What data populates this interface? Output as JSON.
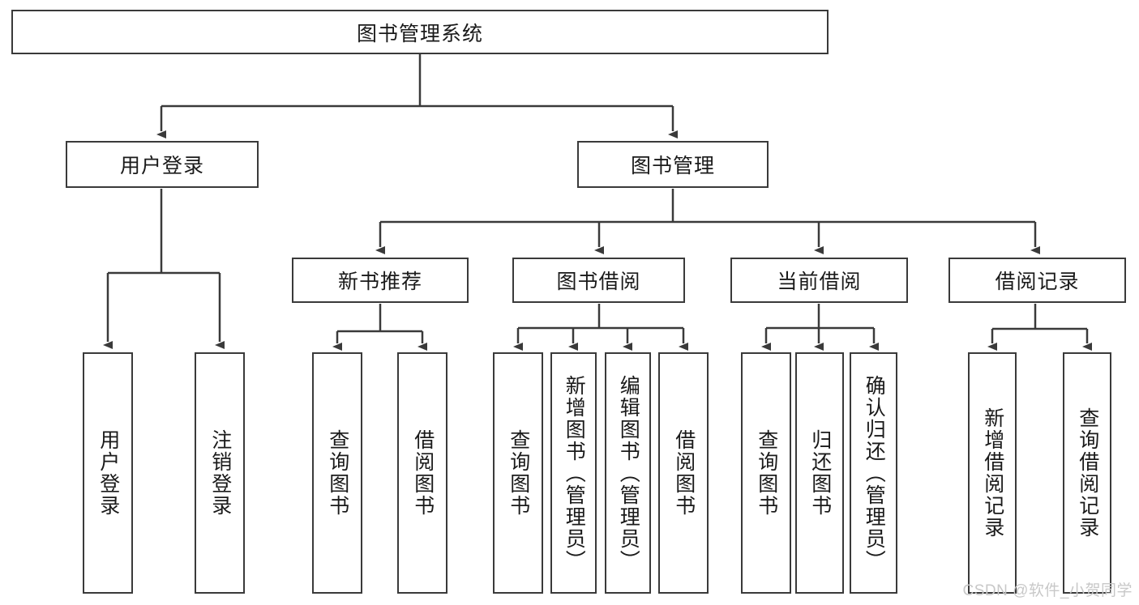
{
  "diagram": {
    "title": "图书管理系统",
    "type": "hierarchy-tree",
    "root": {
      "id": "root",
      "label": "图书管理系统"
    },
    "level2": [
      {
        "id": "user-login",
        "label": "用户登录"
      },
      {
        "id": "book-manage",
        "label": "图书管理"
      }
    ],
    "level3": [
      {
        "id": "new-book-recommend",
        "label": "新书推荐"
      },
      {
        "id": "book-borrow",
        "label": "图书借阅"
      },
      {
        "id": "current-borrow",
        "label": "当前借阅"
      },
      {
        "id": "borrow-record",
        "label": "借阅记录"
      }
    ],
    "leaves": {
      "user_login": [
        {
          "id": "leaf-user-login",
          "label": "用户登录"
        },
        {
          "id": "leaf-logout",
          "label": "注销登录"
        }
      ],
      "new_book_recommend": [
        {
          "id": "leaf-query-book-1",
          "label": "查询图书"
        },
        {
          "id": "leaf-borrow-book-1",
          "label": "借阅图书"
        }
      ],
      "book_borrow": [
        {
          "id": "leaf-query-book-2",
          "label": "查询图书"
        },
        {
          "id": "leaf-add-book",
          "label": "新增图书（管理员）"
        },
        {
          "id": "leaf-edit-book",
          "label": "编辑图书（管理员）"
        },
        {
          "id": "leaf-borrow-book-2",
          "label": "借阅图书"
        }
      ],
      "current_borrow": [
        {
          "id": "leaf-query-book-3",
          "label": "查询图书"
        },
        {
          "id": "leaf-return-book",
          "label": "归还图书"
        },
        {
          "id": "leaf-confirm-return",
          "label": "确认归还（管理员）"
        }
      ],
      "borrow_record": [
        {
          "id": "leaf-add-record",
          "label": "新增借阅记录"
        },
        {
          "id": "leaf-query-record",
          "label": "查询借阅记录"
        }
      ]
    }
  },
  "watermark": "CSDN @软件_小贺同学",
  "colors": {
    "border": "#3a3a3a",
    "background": "#ffffff",
    "text": "#1a1a1a",
    "watermark": "#c8c8c8"
  }
}
